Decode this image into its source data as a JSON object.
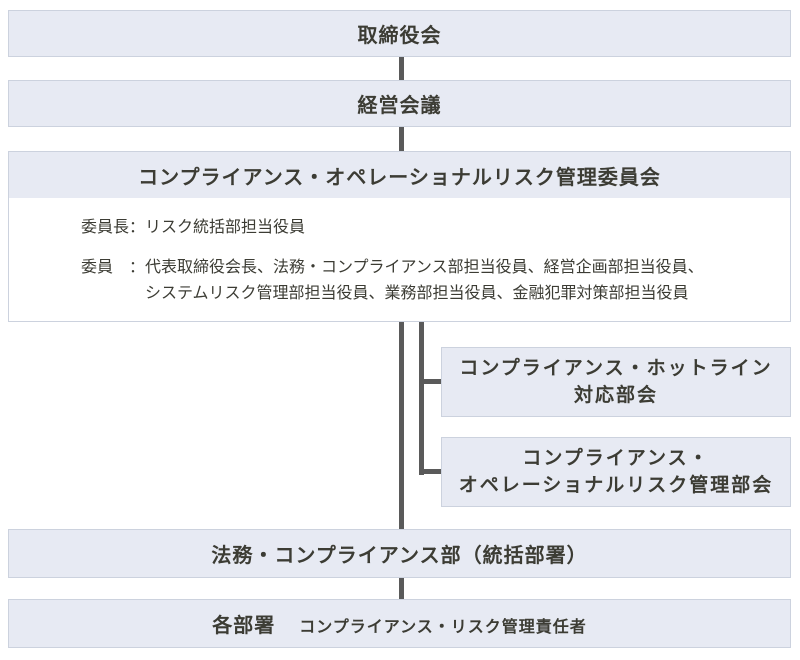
{
  "colors": {
    "box_fill": "#e7eaf3",
    "box_border": "#ccd2de",
    "text": "#3c3c34",
    "connector_line": "#5a5a5a"
  },
  "org_chart": {
    "board": {
      "title": "取締役会"
    },
    "management_meeting": {
      "title": "経営会議"
    },
    "committee": {
      "title": "コンプライアンス・オペレーショナルリスク管理委員会",
      "rows": [
        {
          "label": "委員長",
          "separator": "：",
          "value": "リスク統括部担当役員"
        },
        {
          "label": "委員",
          "separator": "：",
          "value": "代表取締役会長、法務・コンプライアンス部担当役員、経営企画部担当役員、\nシステムリスク管理部担当役員、業務部担当役員、金融犯罪対策部担当役員"
        }
      ]
    },
    "subcommittees": [
      {
        "title": "コンプライアンス・ホットライン\n対応部会"
      },
      {
        "title": "コンプライアンス・\nオペレーショナルリスク管理部会"
      }
    ],
    "supervising_dept": {
      "title": "法務・コンプライアンス部（統括部署）"
    },
    "divisions": {
      "title": "各部署",
      "subtitle": "コンプライアンス・リスク管理責任者"
    }
  }
}
